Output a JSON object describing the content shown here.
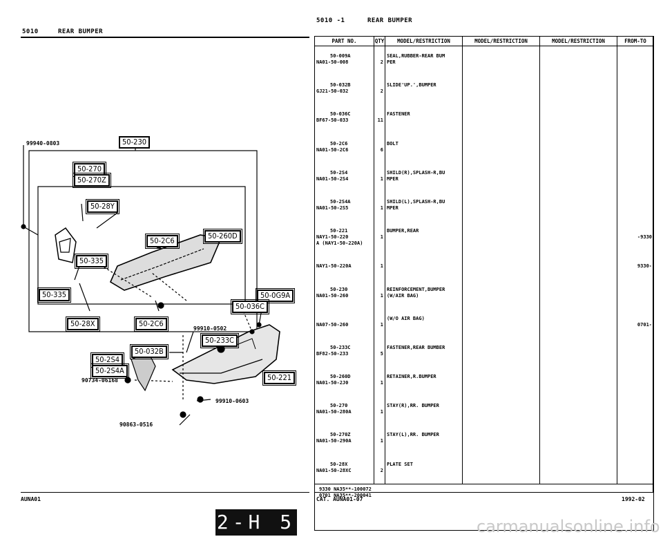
{
  "left_header": {
    "section": "5010",
    "title": "REAR BUMPER"
  },
  "right_header": {
    "section": "5010 -1",
    "title": "REAR BUMPER"
  },
  "callouts": [
    "50-230",
    "50-270",
    "50-270Z",
    "50-28Y",
    "50-2C6",
    "50-260D",
    "50-335",
    "50-335",
    "50-0G9A",
    "50-036C",
    "50-28X",
    "50-2C6",
    "50-233C",
    "50-032B",
    "50-2S4",
    "50-2S4A",
    "50-221"
  ],
  "part_numbers": {
    "p1": "99940-0803",
    "p2": "99910-0502",
    "p3": "90734-06168",
    "p4": "99910-0603",
    "p5": "90863-0516"
  },
  "table": {
    "headers": [
      "PART NO.",
      "QTY",
      "MODEL/RESTRICTION",
      "MODEL/RESTRICTION",
      "MODEL/RESTRICTION",
      "FROM-TO"
    ],
    "rows": [
      {
        "ref": "50-009A",
        "part": "NA01-50-008",
        "qty": "2",
        "desc": "SEAL,RUBBER-REAR BUM",
        "desc2": "PER",
        "from": ""
      },
      {
        "ref": "50-032B",
        "part": "GJ21-50-032",
        "qty": "2",
        "desc": "SLIDE'UP.',BUMPER",
        "desc2": "",
        "from": ""
      },
      {
        "ref": "50-036C",
        "part": "BF67-50-033",
        "qty": "11",
        "desc": "FASTENER",
        "desc2": "",
        "from": ""
      },
      {
        "ref": "50-2C6",
        "part": "NA01-50-2C6",
        "qty": "6",
        "desc": "BOLT",
        "desc2": "",
        "from": ""
      },
      {
        "ref": "50-2S4",
        "part": "NA01-50-2S4",
        "qty": "1",
        "desc": "SHILD(R),SPLASH-R,BU",
        "desc2": "MPER",
        "from": ""
      },
      {
        "ref": "50-2S4A",
        "part": "NA01-50-2S5",
        "qty": "1",
        "desc": "SHILD(L),SPLASH-R,BU",
        "desc2": "MPER",
        "from": ""
      },
      {
        "ref": "50-221",
        "part": "NAY1-50-220",
        "qty": "1",
        "desc": "BUMPER,REAR",
        "desc2": "",
        "part2": "A (NAY1-50-220A)",
        "from": "-9330"
      },
      {
        "ref": "",
        "part": "NAY1-50-220A",
        "qty": "1",
        "desc": "",
        "desc2": "",
        "from": "9330-"
      },
      {
        "ref": "50-230",
        "part": "NA01-50-260",
        "qty": "1",
        "desc": "REINFORCEMENT,BUMPER",
        "desc2": "(W/AIR BAG)",
        "from": ""
      },
      {
        "ref": "",
        "part": "NA07-50-260",
        "qty": "1",
        "desc": "(W/O AIR BAG)",
        "desc2": "",
        "from": "0701-"
      },
      {
        "ref": "50-233C",
        "part": "BF82-50-233",
        "qty": "5",
        "desc": "FASTENER,REAR BUMBER",
        "desc2": "",
        "from": ""
      },
      {
        "ref": "50-260D",
        "part": "NA01-50-2J0",
        "qty": "1",
        "desc": "RETAINER,R.BUMPER",
        "desc2": "",
        "from": ""
      },
      {
        "ref": "50-270",
        "part": "NA01-50-280A",
        "qty": "1",
        "desc": "STAY(R),RR. BUMPER",
        "desc2": "",
        "from": ""
      },
      {
        "ref": "50-270Z",
        "part": "NA01-50-290A",
        "qty": "1",
        "desc": "STAY(L),RR. BUMPER",
        "desc2": "",
        "from": ""
      },
      {
        "ref": "50-28X",
        "part": "NA01-50-28XC",
        "qty": "2",
        "desc": "PLATE SET",
        "desc2": "",
        "from": ""
      }
    ],
    "notes": [
      "9330 NA35**-100072",
      "0701 NA35**-200041"
    ]
  },
  "footer": {
    "left": "AUNA01",
    "catalog": "CAT. AUNA01-07",
    "date": "1992-02",
    "page": "2-H 5",
    "watermark": "carmanualsonline.info"
  }
}
